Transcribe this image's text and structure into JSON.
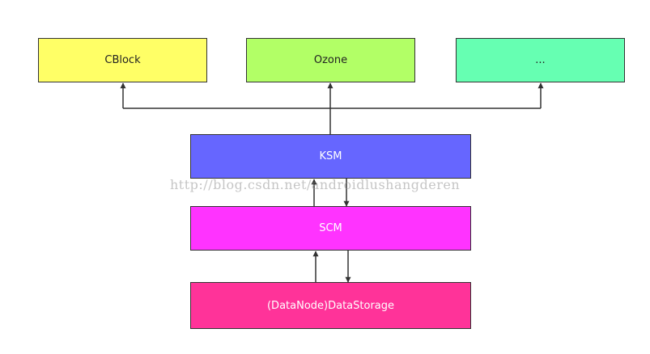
{
  "nodes": {
    "cblock": {
      "label": "CBlock",
      "fill": "#ffff66",
      "text_color": "#222222"
    },
    "ozone": {
      "label": "Ozone",
      "fill": "#b2ff66",
      "text_color": "#222222"
    },
    "other": {
      "label": "...",
      "fill": "#66ffb2",
      "text_color": "#222222"
    },
    "ksm": {
      "label": "KSM",
      "fill": "#6666ff",
      "text_color": "#ffffff"
    },
    "scm": {
      "label": "SCM",
      "fill": "#ff33ff",
      "text_color": "#ffffff"
    },
    "datastorage": {
      "label": "(DataNode)DataStorage",
      "fill": "#ff3399",
      "text_color": "#ffffff"
    }
  },
  "edges": [
    {
      "from": "ksm",
      "to": "cblock"
    },
    {
      "from": "ksm",
      "to": "ozone"
    },
    {
      "from": "ksm",
      "to": "other"
    },
    {
      "from": "scm",
      "to": "ksm"
    },
    {
      "from": "ksm",
      "to": "scm"
    },
    {
      "from": "datastorage",
      "to": "scm"
    },
    {
      "from": "scm",
      "to": "datastorage"
    }
  ],
  "line_color": "#333333",
  "watermark": "http://blog.csdn.net/androidlushangderen"
}
